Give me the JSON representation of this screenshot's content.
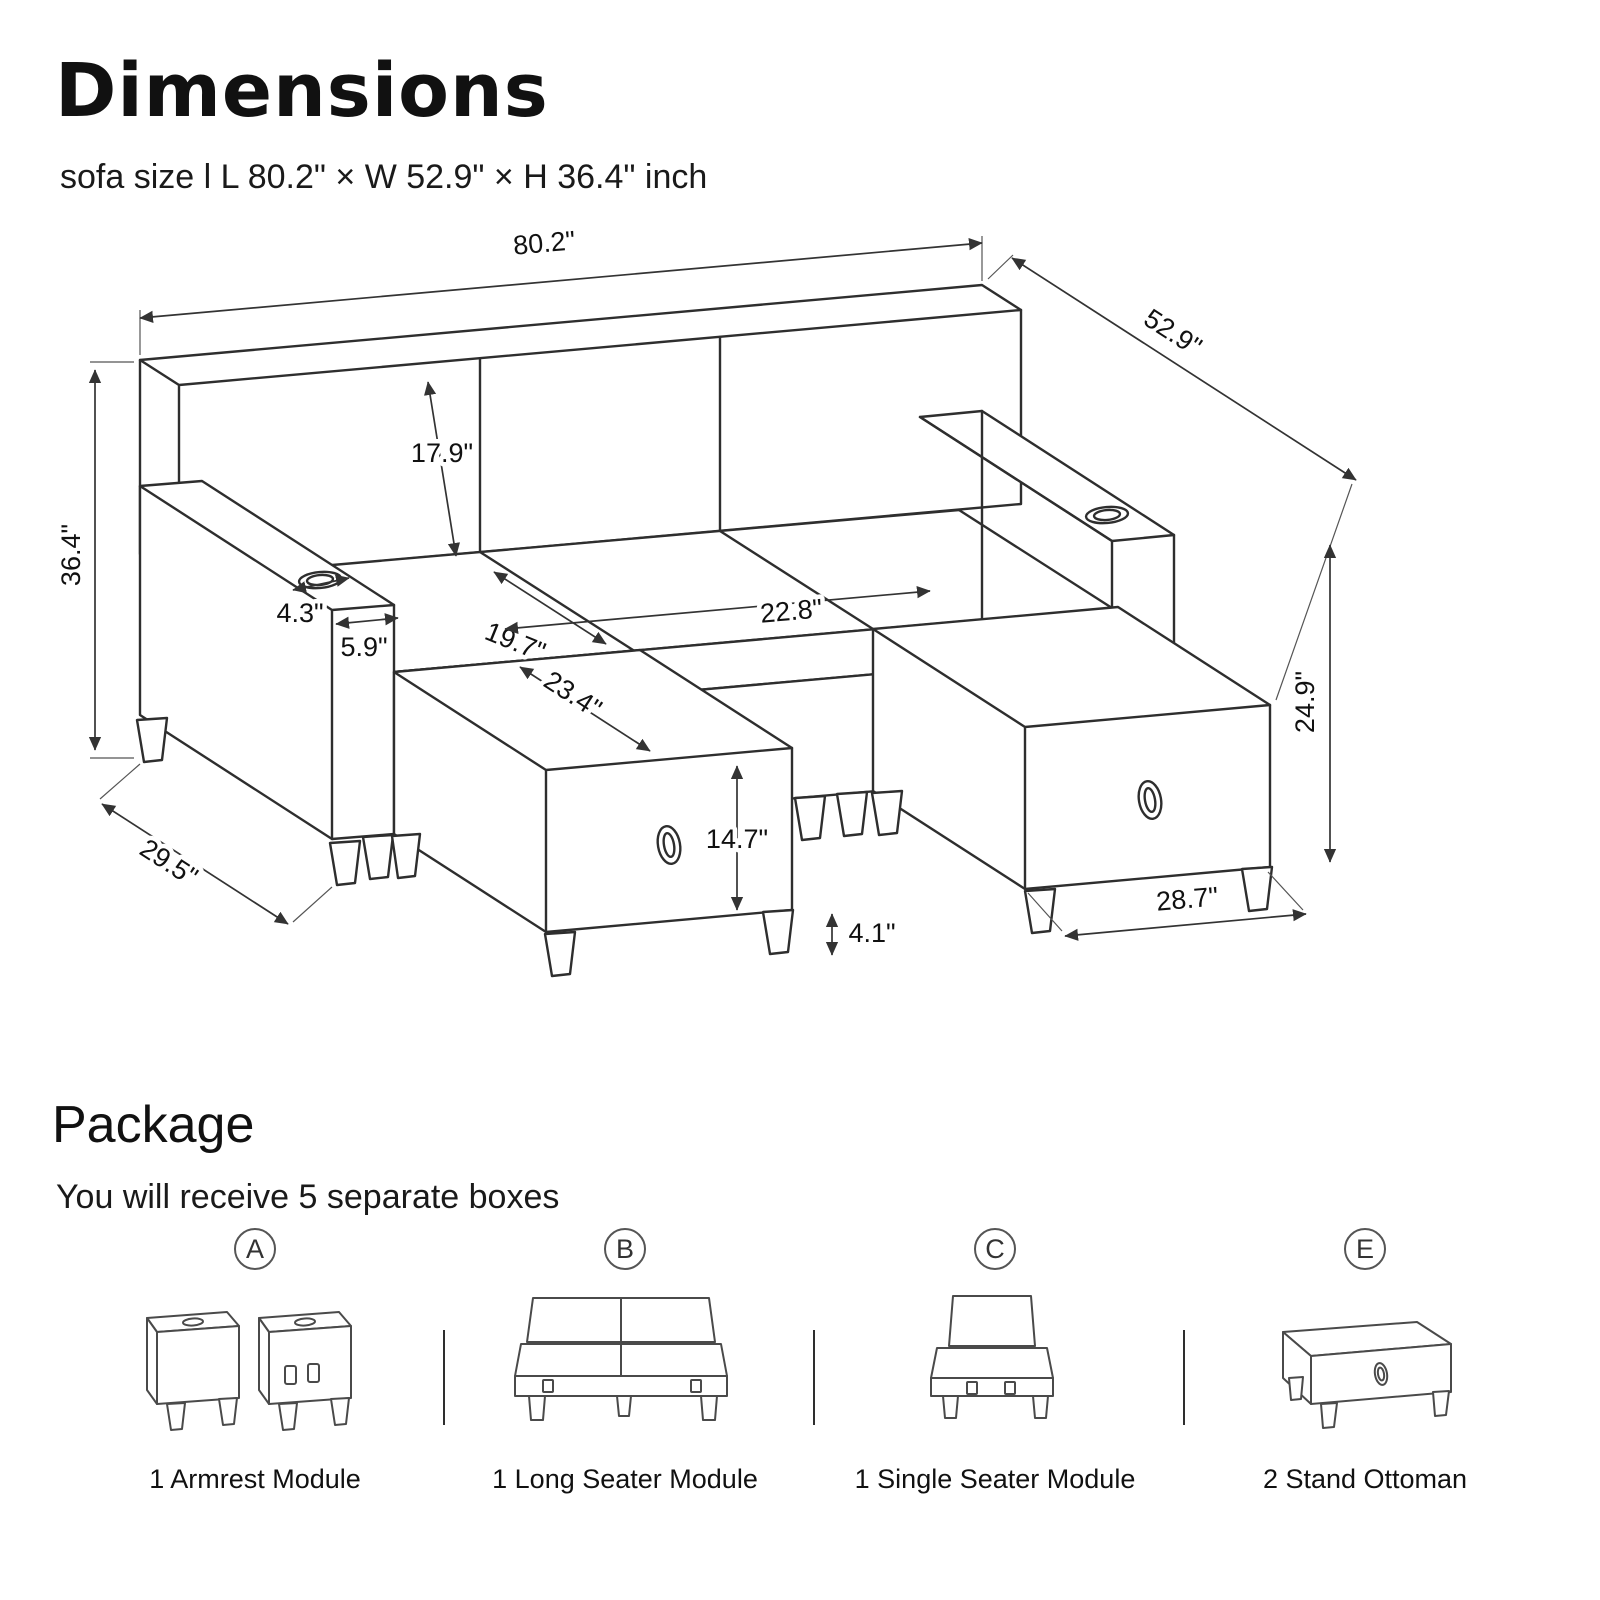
{
  "header": {
    "title": "Dimensions",
    "subtitle": "sofa size l L 80.2\" × W 52.9\" × H 36.4\" inch"
  },
  "dimensions": {
    "length": "80.2\"",
    "total_depth": "52.9\"",
    "height": "36.4\"",
    "back_height": "17.9\"",
    "cup_holder": "4.3\"",
    "armrest_width": "5.9\"",
    "seat_depth": "19.7\"",
    "seat_width": "22.8\"",
    "ottoman_depth": "23.4\"",
    "ottoman_height": "14.7\"",
    "leg_height": "4.1\"",
    "sofa_depth": "29.5\"",
    "ottoman_width": "28.7\"",
    "armrest_height": "24.9\""
  },
  "package": {
    "heading": "Package",
    "description": "You will receive 5 separate boxes",
    "items": [
      {
        "badge": "A",
        "label": "1 Armrest Module"
      },
      {
        "badge": "B",
        "label": "1 Long Seater Module"
      },
      {
        "badge": "C",
        "label": "1 Single Seater Module"
      },
      {
        "badge": "E",
        "label": "2 Stand Ottoman"
      }
    ]
  }
}
